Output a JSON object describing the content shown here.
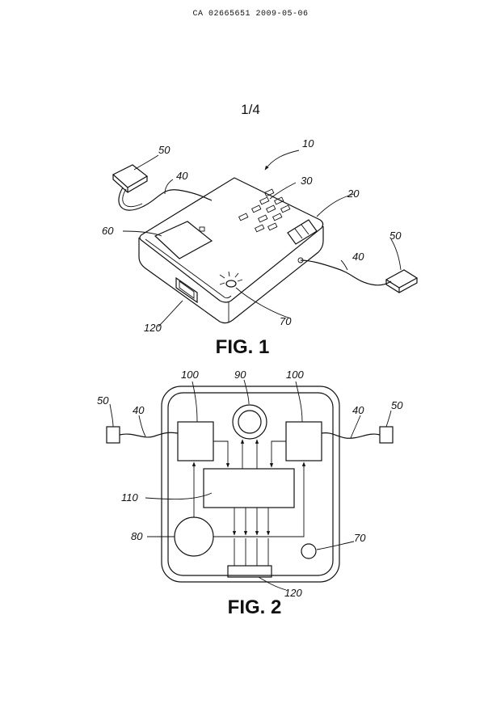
{
  "header": {
    "text": "CA 02665651 2009-05-06"
  },
  "sheet": {
    "label": "1/4"
  },
  "fig1": {
    "title": "FIG. 1",
    "labels": {
      "device": "10",
      "buttons": "30",
      "switch": "20",
      "sensor_left": "50",
      "cable_left": "40",
      "sensor_right": "50",
      "cable_right": "40",
      "display": "60",
      "port": "120",
      "light": "70"
    }
  },
  "fig2": {
    "title": "FIG. 2",
    "labels": {
      "module_left": "100",
      "speaker": "90",
      "module_right": "100",
      "sensor_left": "50",
      "cable_left": "40",
      "sensor_right": "50",
      "cable_right": "40",
      "processor": "110",
      "battery": "80",
      "light": "70",
      "port": "120"
    }
  }
}
